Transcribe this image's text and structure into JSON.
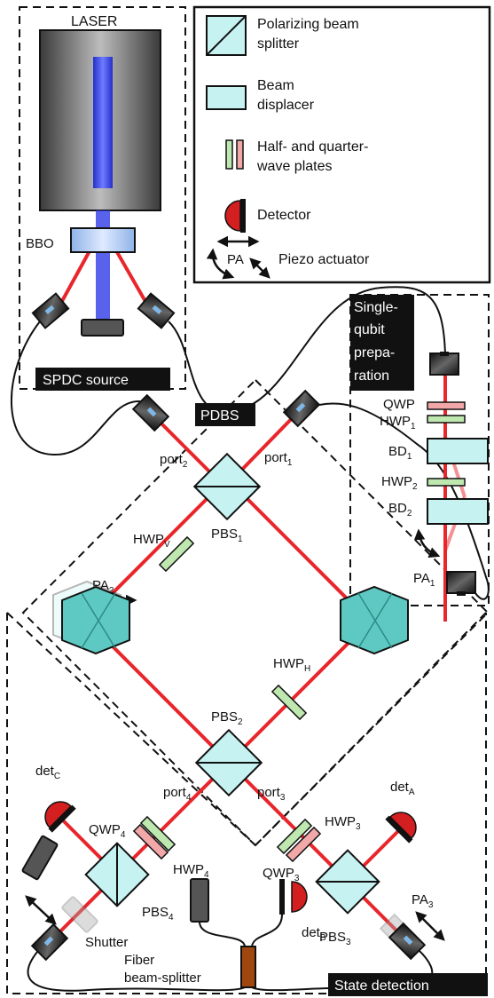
{
  "colors": {
    "beam": "#e8262b",
    "pump": "#3b46e8",
    "bs_fill": "#c7f2f2",
    "hwp": "#bfe8b0",
    "qwp": "#f2a8a8",
    "detector": "#d31f1f",
    "fiber_bs": "#a0470f",
    "label_box": "#111111"
  },
  "legend": {
    "pbs": "Polarizing beam splitter",
    "pbs_l1": "Polarizing beam",
    "pbs_l2": "splitter",
    "bd_l1": "Beam",
    "bd_l2": "displacer",
    "wp_l1": "Half- and quarter-",
    "wp_l2": "wave plates",
    "det": "Detector",
    "pa_symbol": "PA",
    "pa": "Piezo actuator"
  },
  "source": {
    "laser": "LASER",
    "bbo": "BBO",
    "title": "SPDC source"
  },
  "prep": {
    "title_l1": "Single-",
    "title_l2": "qubit",
    "title_l3": "prepa-",
    "title_l4": "ration",
    "qwp": "QWP",
    "hwp1": "HWP",
    "hwp1_sub": "1",
    "bd1": "BD",
    "bd1_sub": "1",
    "hwp2": "HWP",
    "hwp2_sub": "2",
    "bd2": "BD",
    "bd2_sub": "2",
    "pa1": "PA",
    "pa1_sub": "1"
  },
  "pdbs": {
    "title": "PDBS",
    "port1": "port",
    "port1_sub": "1",
    "port2": "port",
    "port2_sub": "2",
    "pbs1": "PBS",
    "pbs1_sub": "1",
    "hwpv": "HWP",
    "hwpv_sub": "V",
    "pa2": "PA",
    "pa2_sub": "2",
    "hwph": "HWP",
    "hwph_sub": "H",
    "pbs2": "PBS",
    "pbs2_sub": "2",
    "port3": "port",
    "port3_sub": "3",
    "port4": "port",
    "port4_sub": "4"
  },
  "detection": {
    "title": "State detection",
    "detc": "det",
    "detc_sub": "C",
    "deta": "det",
    "deta_sub": "A",
    "detb": "det",
    "detb_sub": "B",
    "qwp4": "QWP",
    "qwp4_sub": "4",
    "hwp4": "HWP",
    "hwp4_sub": "4",
    "hwp3": "HWP",
    "hwp3_sub": "3",
    "qwp3": "QWP",
    "qwp3_sub": "3",
    "pbs4": "PBS",
    "pbs4_sub": "4",
    "pbs3": "PBS",
    "pbs3_sub": "3",
    "pa3": "PA",
    "pa3_sub": "3",
    "shutter": "Shutter",
    "fiber_l1": "Fiber",
    "fiber_l2": "beam-splitter"
  }
}
